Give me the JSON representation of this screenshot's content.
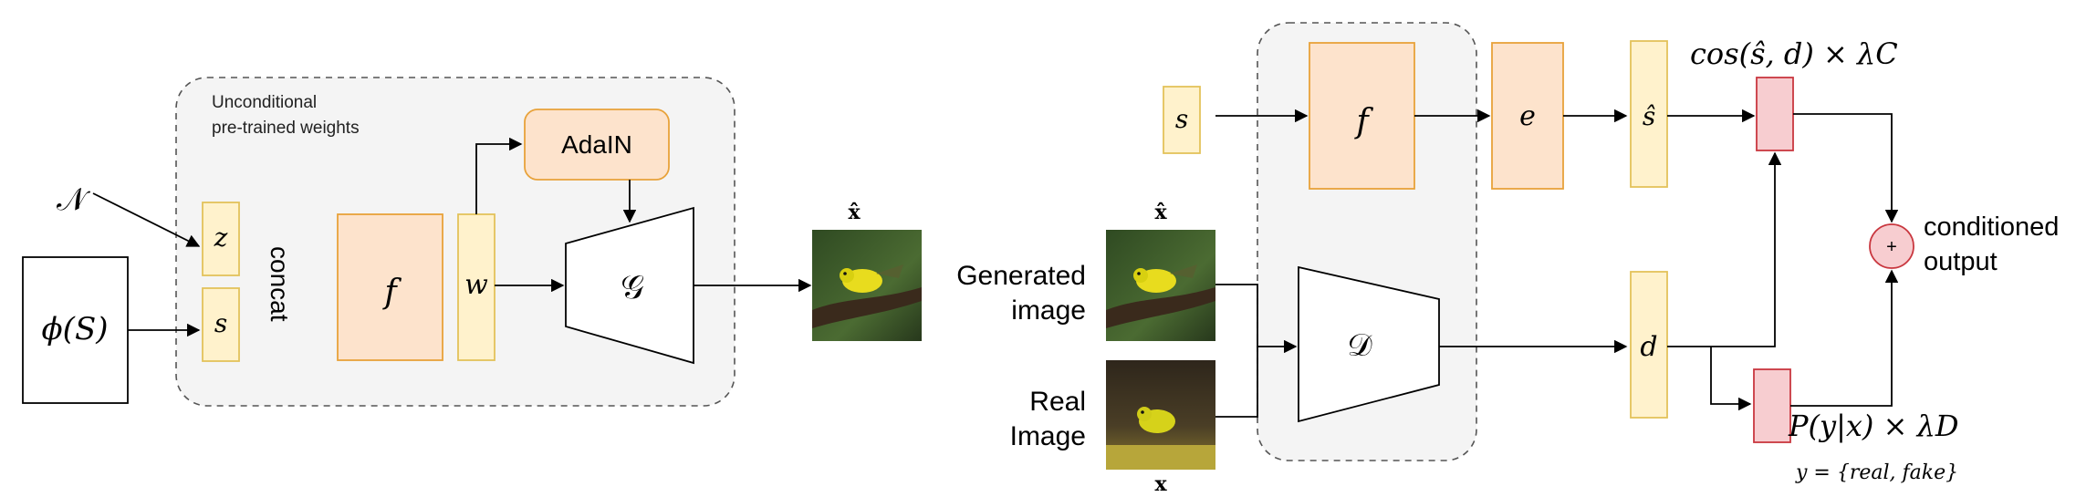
{
  "left": {
    "region_label_line1": "Unconditional",
    "region_label_line2": "pre-trained weights",
    "noise_symbol": "𝒩",
    "phi_label": "ϕ(S)",
    "z_label": "z",
    "s_label": "s",
    "concat_label": "concat",
    "f_label": "f",
    "w_label": "w",
    "adain_label": "AdaIN",
    "generator_label": "𝒢",
    "output_label": "x̂"
  },
  "right": {
    "s_label": "s",
    "f_label": "f",
    "e_label": "e",
    "shat_label": "ŝ",
    "discriminator_label": "𝒟",
    "d_label": "d",
    "generated_image_label_line1": "Generated",
    "generated_image_label_line2": "image",
    "generated_image_symbol": "x̂",
    "real_image_label_line1": "Real",
    "real_image_label_line2": "Image",
    "real_image_symbol": "x",
    "cos_formula": "cos(ŝ, d) × λC",
    "p_formula": "P(y|x) × λD",
    "y_formula": "y = {real, fake}",
    "plus_symbol": "+",
    "output_label_line1": "conditioned",
    "output_label_line2": "output"
  },
  "colors": {
    "orange_fill": "#fde3cc",
    "orange_stroke": "#e8a23a",
    "yellow_fill": "#fff2cc",
    "yellow_stroke": "#e3c25a",
    "pink_fill": "#f7cdd0",
    "pink_stroke": "#c9373f",
    "region_fill": "#f4f4f4",
    "region_stroke": "#555555"
  }
}
